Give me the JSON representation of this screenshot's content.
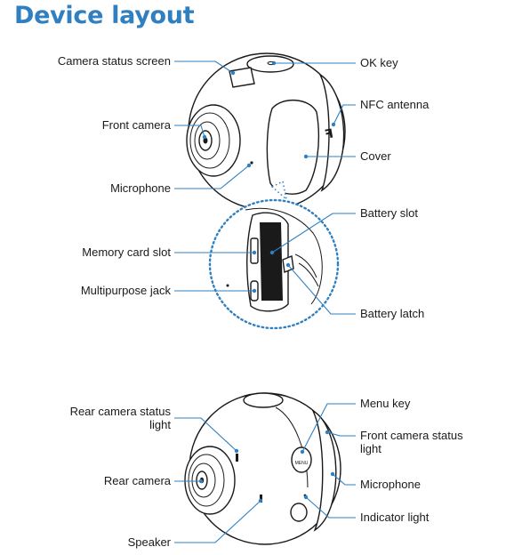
{
  "title": "Device layout",
  "front_view": {
    "labels": {
      "camera_status_screen": "Camera status screen",
      "front_camera": "Front camera",
      "microphone": "Microphone",
      "ok_key": "OK key",
      "nfc_antenna": "NFC antenna",
      "cover": "Cover"
    }
  },
  "open_view": {
    "labels": {
      "memory_card_slot": "Memory card slot",
      "multipurpose_jack": "Multipurpose jack",
      "battery_slot": "Battery slot",
      "battery_latch": "Battery latch"
    }
  },
  "rear_view": {
    "labels": {
      "rear_camera_status_light_1": "Rear camera status",
      "rear_camera_status_light_2": "light",
      "rear_camera": "Rear camera",
      "speaker": "Speaker",
      "menu_key": "Menu key",
      "front_camera_status_light_1": "Front camera status",
      "front_camera_status_light_2": "light",
      "microphone": "Microphone",
      "indicator_light": "Indicator light"
    },
    "menu_key_text": "MENU"
  },
  "colors": {
    "accent": "#2f7fc1",
    "line": "#1a1a1a"
  }
}
